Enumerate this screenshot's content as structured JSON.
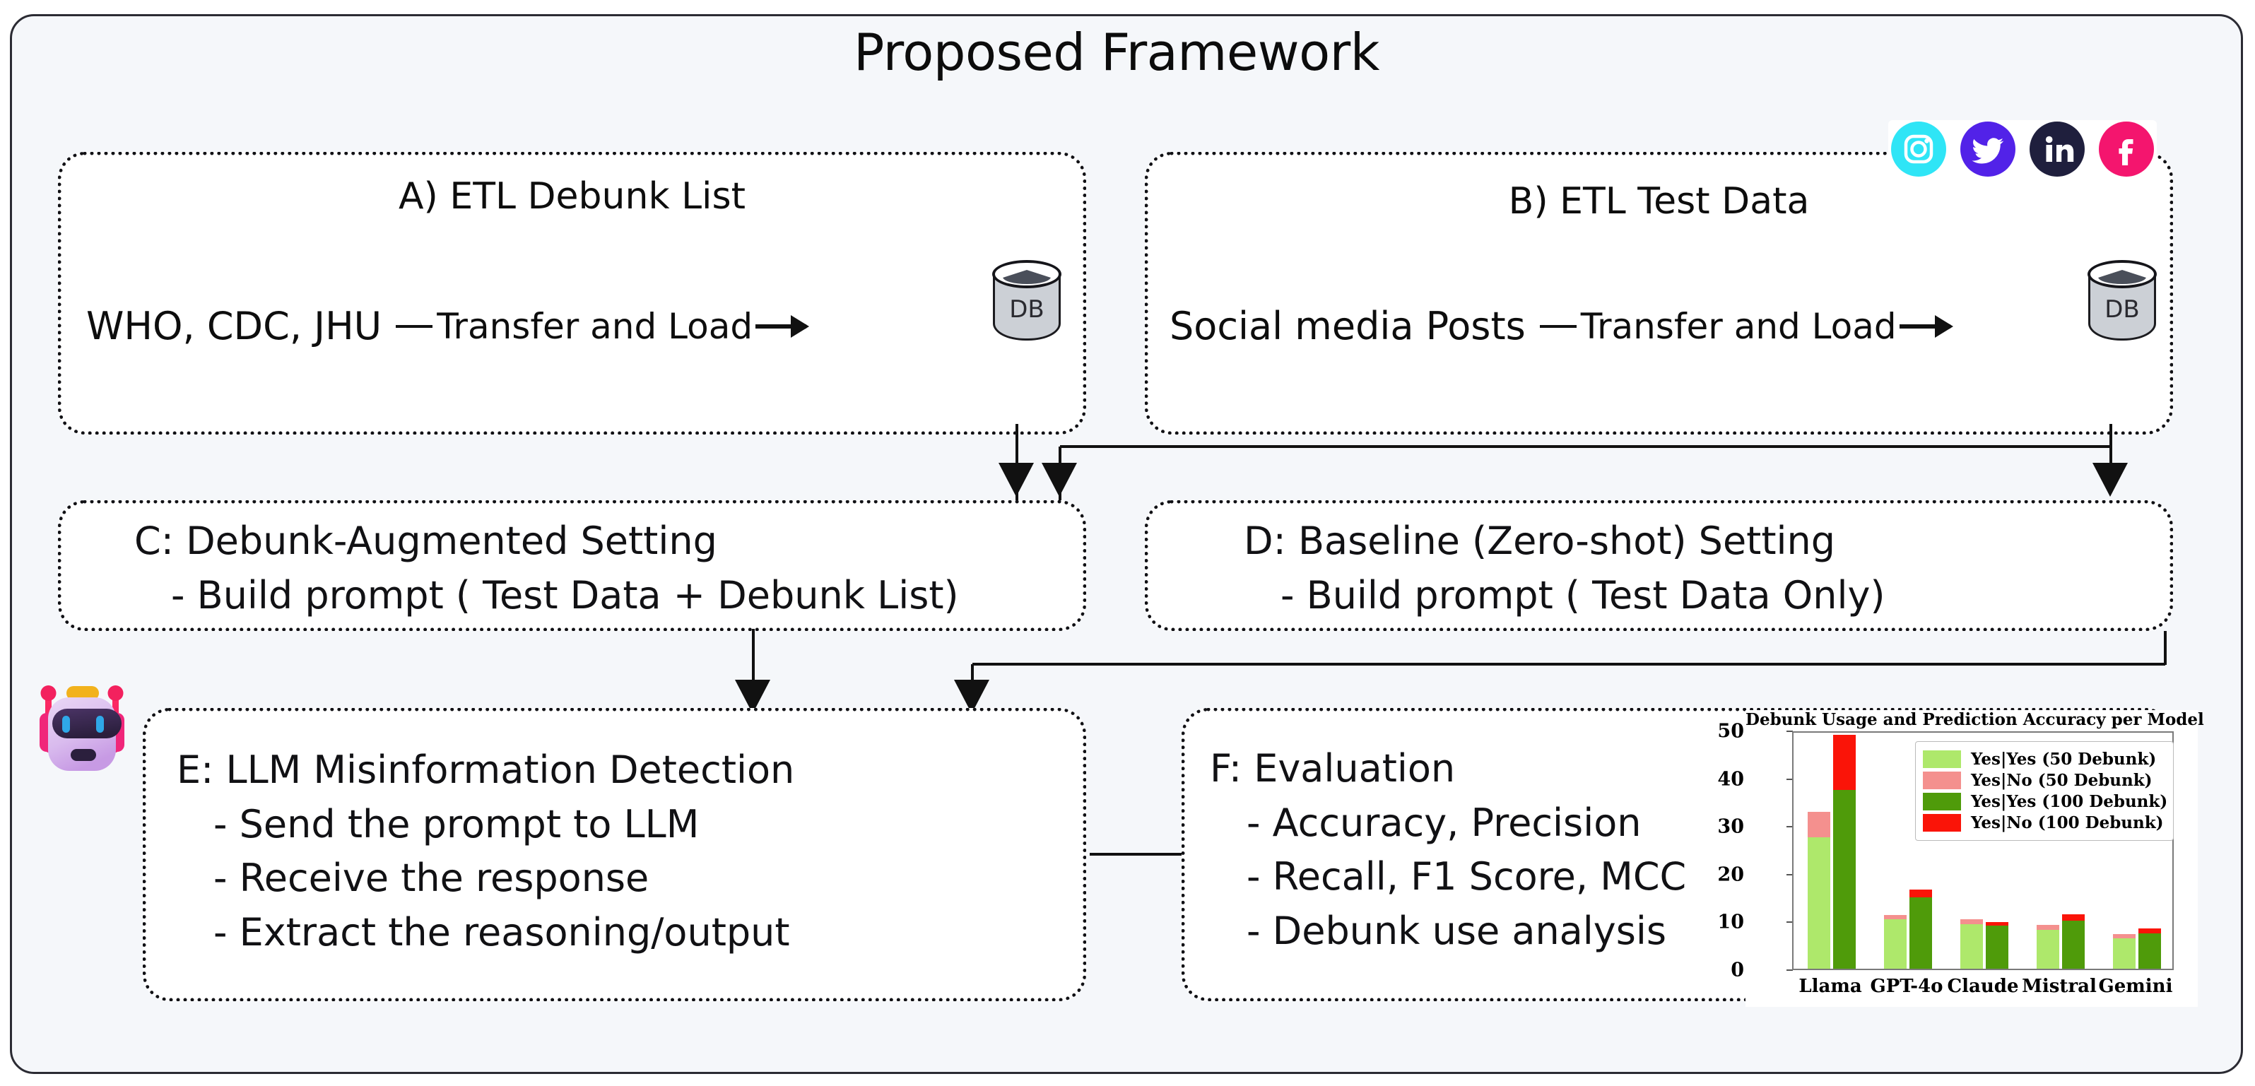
{
  "title": "Proposed Framework",
  "colors": {
    "frame_border": "#2b2b33",
    "frame_bg": "#f5f7fa",
    "box_bg": "#ffffff",
    "box_border": "#111115",
    "instagram": "#2fe5f6",
    "twitter": "#5222e8",
    "linkedin": "#1f1f3d",
    "facebook": "#f4156e",
    "series_yesyes50": "#aee86b",
    "series_yesno50": "#f4908e",
    "series_yesyes100": "#4f9b0a",
    "series_yesno100": "#fa1408"
  },
  "boxes": {
    "a": {
      "title": "A) ETL Debunk List",
      "source": "WHO, CDC, JHU",
      "edge_label": "Transfer and Load",
      "db_label": "DB"
    },
    "b": {
      "title": "B) ETL Test Data",
      "source": "Social media Posts",
      "edge_label": "Transfer and Load",
      "db_label": "DB"
    },
    "c": {
      "lines": [
        "C:  Debunk-Augmented Setting",
        "- Build prompt ( Test Data + Debunk List)"
      ]
    },
    "d": {
      "lines": [
        "D:  Baseline (Zero-shot) Setting",
        "- Build prompt ( Test Data Only)"
      ]
    },
    "e": {
      "lines": [
        "E: LLM Misinformation Detection",
        "- Send the prompt to LLM",
        "- Receive the response",
        "- Extract the reasoning/output"
      ]
    },
    "f": {
      "lines": [
        "F: Evaluation",
        "- Accuracy, Precision",
        "- Recall, F1 Score, MCC",
        "- Debunk use analysis"
      ]
    }
  },
  "social_icons": [
    {
      "name": "instagram-icon",
      "label": "Instagram"
    },
    {
      "name": "twitter-icon",
      "label": "Twitter"
    },
    {
      "name": "linkedin-icon",
      "label": "LinkedIn"
    },
    {
      "name": "facebook-icon",
      "label": "Facebook"
    }
  ],
  "robot_icon": {
    "name": "robot-icon",
    "label": "LLM robot"
  },
  "chart_data": {
    "type": "bar",
    "title": "Debunk Usage and Prediction Accuracy per Model",
    "xlabel": "",
    "ylabel": "",
    "categories": [
      "Llama",
      "GPT-4o",
      "Claude",
      "Mistral",
      "Gemini"
    ],
    "ylim": [
      0,
      50
    ],
    "yticks": [
      0,
      10,
      20,
      30,
      40,
      50
    ],
    "grid": false,
    "legend_position": "upper right",
    "stacked": true,
    "groups": [
      {
        "name": "50 Debunk",
        "series": [
          {
            "name": "Yes|Yes (50 Debunk)",
            "color": "#aee86b",
            "values": [
              27.5,
              10.4,
              9.3,
              8.1,
              6.3
            ]
          },
          {
            "name": "Yes|No (50 Debunk)",
            "color": "#f4908e",
            "values": [
              5.3,
              0.9,
              1.0,
              1.1,
              0.9
            ]
          }
        ]
      },
      {
        "name": "100 Debunk",
        "series": [
          {
            "name": "Yes|Yes (100 Debunk)",
            "color": "#4f9b0a",
            "values": [
              37.5,
              15.0,
              9.0,
              10.1,
              7.4
            ]
          },
          {
            "name": "Yes|No (100 Debunk)",
            "color": "#fa1408",
            "values": [
              11.5,
              1.5,
              0.8,
              1.3,
              1.0
            ]
          }
        ]
      }
    ],
    "legend": [
      {
        "label": "Yes|Yes (50 Debunk)",
        "color": "#aee86b"
      },
      {
        "label": "Yes|No (50 Debunk)",
        "color": "#f4908e"
      },
      {
        "label": "Yes|Yes (100 Debunk)",
        "color": "#4f9b0a"
      },
      {
        "label": "Yes|No (100 Debunk)",
        "color": "#fa1408"
      }
    ]
  }
}
